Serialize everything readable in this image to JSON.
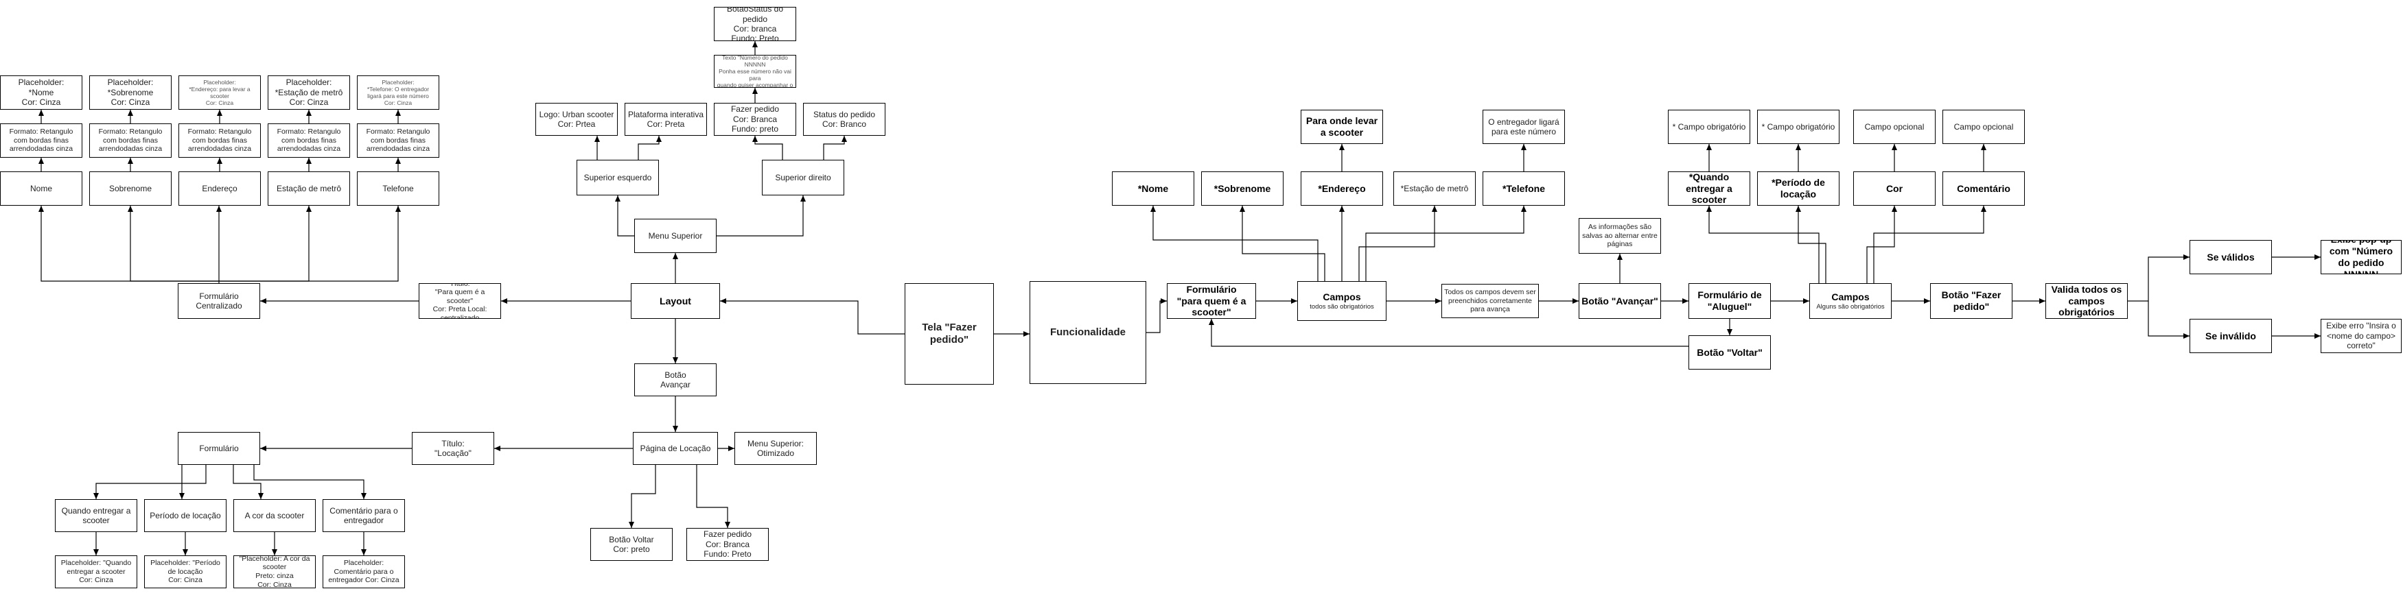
{
  "nodes": {
    "tela": "Tela \"Fazer pedido\"",
    "layout": "Layout",
    "funcionalidade": "Funcionalidade",
    "menu_superior": "Menu Superior",
    "superior_esquerdo": "Superior esquerdo",
    "superior_direito": "Superior direito",
    "logo": "Logo: Urban scooter\nCor: Prtea",
    "plataforma": "Plataforma interativa\nCor: Preta",
    "fazer_pedido_top": "Fazer pedido\nCor: Branca\nFundo: preto",
    "status_pedido": "Status do pedido\nCor: Branco",
    "modal": "Modal \"O pedido foi feito\" Texto \"Número do pedido NNNNN\nPonha esse número não vai para\nquando quiser acompanhar o status\"",
    "botao_status": "BotãoStatus do pedido\nCor: branca\nFundo: Preto",
    "titulo_para_quem": "Título:\n\"Para quem é a scooter\"\nCor: Preta Local: centralizado",
    "form_centralizado": "Formulário\nCentralizado",
    "f_nome": "Nome",
    "f_sobrenome": "Sobrenome",
    "f_endereco": "Endereço",
    "f_estacao": "Estação de metrô",
    "f_telefone": "Telefone",
    "fmt1": "Formato: Retangulo com bordas finas arrendodadas cinza",
    "fmt2": "Formato: Retangulo com bordas finas arrendodadas cinza",
    "fmt3": "Formato: Retangulo com bordas finas arrendodadas cinza",
    "fmt4": "Formato: Retangulo com bordas finas arrendodadas cinza",
    "fmt5": "Formato: Retangulo com bordas finas arrendodadas cinza",
    "ph_nome": "Placeholder:\n*Nome\nCor: Cinza",
    "ph_sobrenome": "Placeholder:\n*Sobrenome\nCor: Cinza",
    "ph_endereco": "Placeholder:\n*Endereço: para levar a scooter\nCor: Cinza",
    "ph_estacao": "Placeholder:\n*Estação de metrô\nCor: Cinza",
    "ph_telefone": "Placeholder:\n*Telefone: O entregador ligará para este número\nCor: Cinza",
    "botao_avancar_layout": "Botão\nAvançar",
    "pagina_locacao": "Página de Locação",
    "menu_otimizado": "Menu Superior:\nOtimizado",
    "titulo_locacao": "Título:\n\"Locação\"",
    "formulario": "Formulário",
    "quando_entregar": "Quando entregar a scooter",
    "periodo_locacao": "Período de locação",
    "cor_scooter": "A cor da scooter",
    "comentario_entregador": "Comentário para o entregador",
    "ph_quando": "Placeholder: \"Quando entregar a scooter\nCor: Cinza",
    "ph_periodo": "Placeholder: \"Período de locação\nCor: Cinza",
    "ph_cor": "\"Placeholder: A cor da scooter\nPreto: cinza\nCor: Cinza",
    "ph_comentario": "Placeholder: Comentário para o entregador Cor: Cinza",
    "botao_voltar_layout": "Botão Voltar\nCor: preto",
    "fazer_pedido_bottom": "Fazer pedido\nCor: Branca\nFundo: Preto",
    "form_para_quem": "Formulário\n\"para quem é a scooter\"",
    "campos1_title": "Campos",
    "campos1_sub": "todos são obrigatórios",
    "r_nome": "*Nome",
    "r_sobrenome": "*Sobrenome",
    "r_endereco": "*Endereço",
    "r_estacao": "*Estação de metrô",
    "r_telefone": "*Telefone",
    "para_onde": "Para onde levar a scooter",
    "entregador_liga": "O entregador ligará para este número",
    "todos_campos": "Todos os campos devem ser preenchidos corretamente para avança",
    "botao_avancar": "Botão \"Avançar\"",
    "info_salvas": "As informações são salvas ao alternar entre páginas",
    "form_aluguel": "Formulário de \"Aluguel\"",
    "botao_voltar": "Botão \"Voltar\"",
    "campos2_title": "Campos",
    "campos2_sub": "Alguns são obrigatórios",
    "r_quando": "*Quando entregar a scooter",
    "r_periodo": "*Período de locação",
    "r_cor": "Cor",
    "r_comentario": "Comentário",
    "obrig1": "* Campo obrigatório",
    "obrig2": "* Campo obrigatório",
    "opc1": "Campo opcional",
    "opc2": "Campo opcional",
    "botao_fazer_pedido": "Botão \"Fazer pedido\"",
    "valida": "Valida todos os campos obrigatórios",
    "se_validos": "Se válidos",
    "se_invalido": "Se inválido",
    "popup": "Exibe pop-up com \"Número do pedido NNNNN",
    "erro": "Exibe erro \"Insira o <nome do campo> correto\""
  },
  "edge_color": "#000000"
}
